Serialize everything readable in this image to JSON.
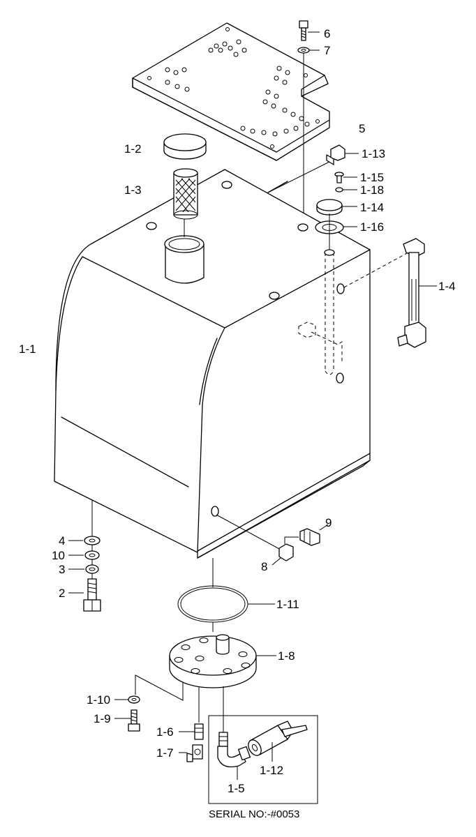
{
  "labels": {
    "l6": "6",
    "l7": "7",
    "l5": "5",
    "l1_2": "1-2",
    "l1_3": "1-3",
    "l1_13": "1-13",
    "l1_15": "1-15",
    "l1_18": "1-18",
    "l1_14": "1-14",
    "l1_16": "1-16",
    "l1_4": "1-4",
    "l1_1": "1-1",
    "l4": "4",
    "l10": "10",
    "l3": "3",
    "l2": "2",
    "l9": "9",
    "l8": "8",
    "l1_11": "1-11",
    "l1_8": "1-8",
    "l1_10": "1-10",
    "l1_9": "1-9",
    "l1_6": "1-6",
    "l1_7": "1-7",
    "l1_12": "1-12",
    "l1_5": "1-5"
  },
  "serial_note": "SERIAL NO:-#0053",
  "colors": {
    "line": "#000000",
    "background": "#ffffff"
  }
}
